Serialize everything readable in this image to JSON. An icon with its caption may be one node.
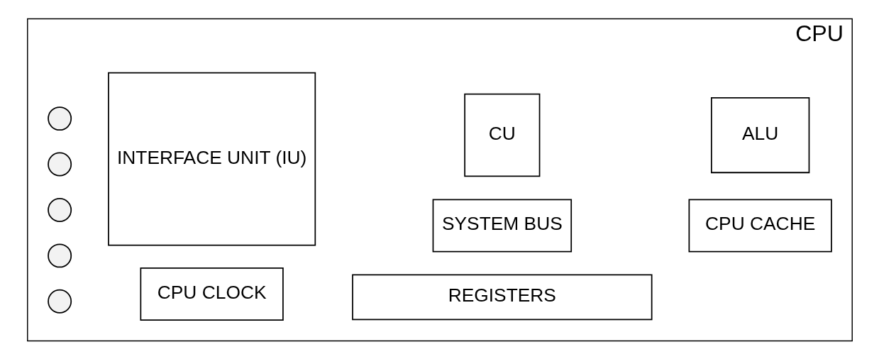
{
  "diagram": {
    "nodes": [
      {
        "text": [
          "CPU"
        ]
      },
      {
        "text": [
          "INTERFACE UNIT (IU)"
        ],
        "in": 0
      },
      {
        "text": [],
        "shape": "circle",
        "in": 0
      },
      {
        "text": [],
        "shape": "circle",
        "in": 0
      },
      {
        "text": [],
        "shape": "circle",
        "in": 0
      },
      {
        "text": [],
        "shape": "circle",
        "in": 0
      },
      {
        "text": [],
        "shape": "circle",
        "in": 0
      },
      {
        "text": [
          "CU"
        ],
        "in": 0
      },
      {
        "text": [
          "ALU"
        ],
        "in": 0
      },
      {
        "text": [
          "REGISTERS"
        ],
        "in": 0
      },
      {
        "text": [
          "CPU CLOCK"
        ],
        "in": 0
      },
      {
        "text": [
          "SYSTEM BUS"
        ],
        "in": 0
      },
      {
        "text": [
          "CPU CACHE"
        ],
        "in": 0
      }
    ],
    "edges": []
  }
}
